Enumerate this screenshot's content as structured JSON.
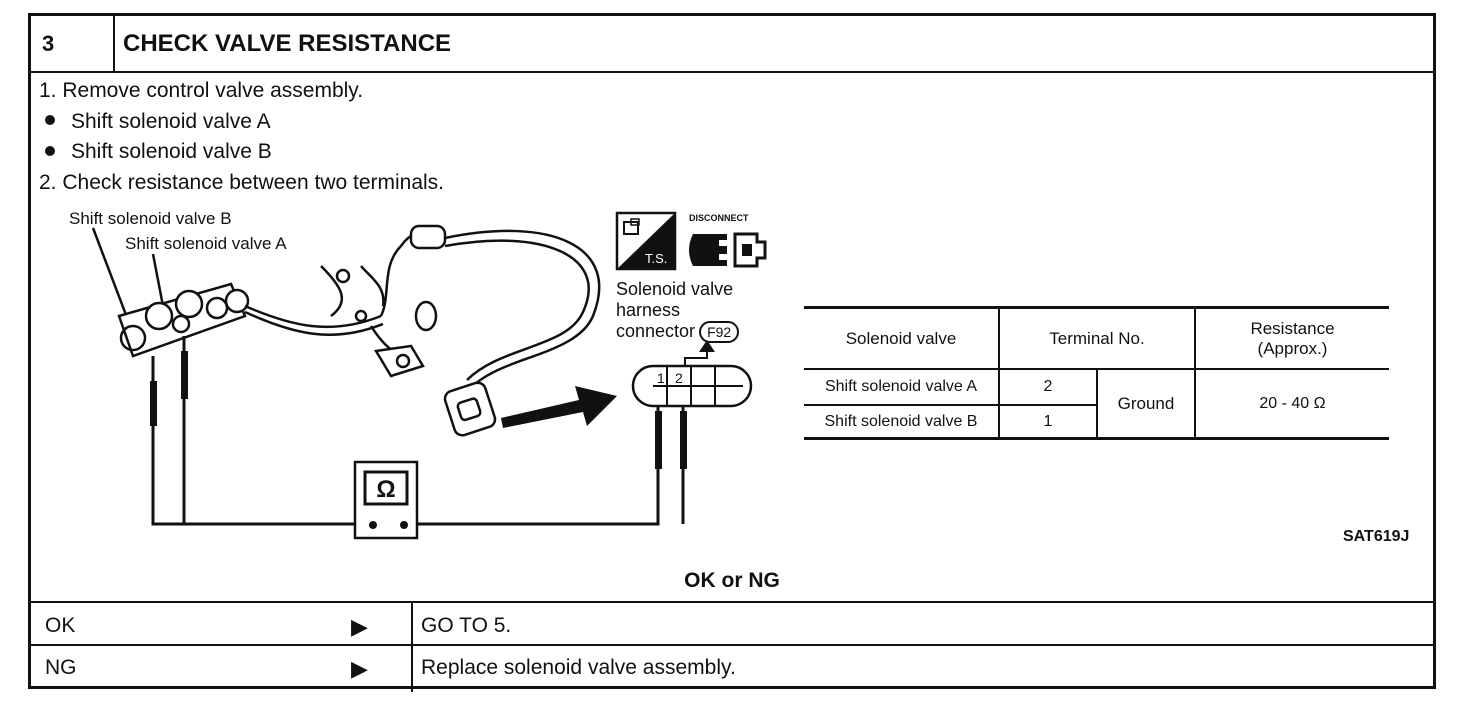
{
  "header": {
    "number": "3",
    "title": "CHECK VALVE RESISTANCE"
  },
  "steps": [
    "1.  Remove control valve assembly.",
    "Shift solenoid valve A",
    "Shift solenoid valve B",
    "2.  Check resistance between two terminals."
  ],
  "diagram": {
    "label_valve_b": "Shift solenoid valve B",
    "label_valve_a": "Shift solenoid valve A",
    "ts_label": "T.S.",
    "disconnect_label": "DISCONNECT",
    "connector_line1": "Solenoid valve",
    "connector_line2": "harness",
    "connector_line3": "connector",
    "connector_code": "F92",
    "terminal_1": "1",
    "terminal_2": "2",
    "ohm_symbol": "Ω",
    "figure_code": "SAT619J"
  },
  "table": {
    "headers": [
      "Solenoid valve",
      "Terminal No.",
      "Resistance (Approx.)"
    ],
    "rows": [
      {
        "valve": "Shift solenoid valve A",
        "terminal": "2"
      },
      {
        "valve": "Shift solenoid valve B",
        "terminal": "1"
      }
    ],
    "ground": "Ground",
    "resistance": "20 - 40 Ω"
  },
  "result": {
    "prompt": "OK or NG",
    "rows": [
      {
        "label": "OK",
        "action": "GO TO 5."
      },
      {
        "label": "NG",
        "action": "Replace solenoid valve assembly."
      }
    ],
    "arrow_glyph": "▶"
  }
}
